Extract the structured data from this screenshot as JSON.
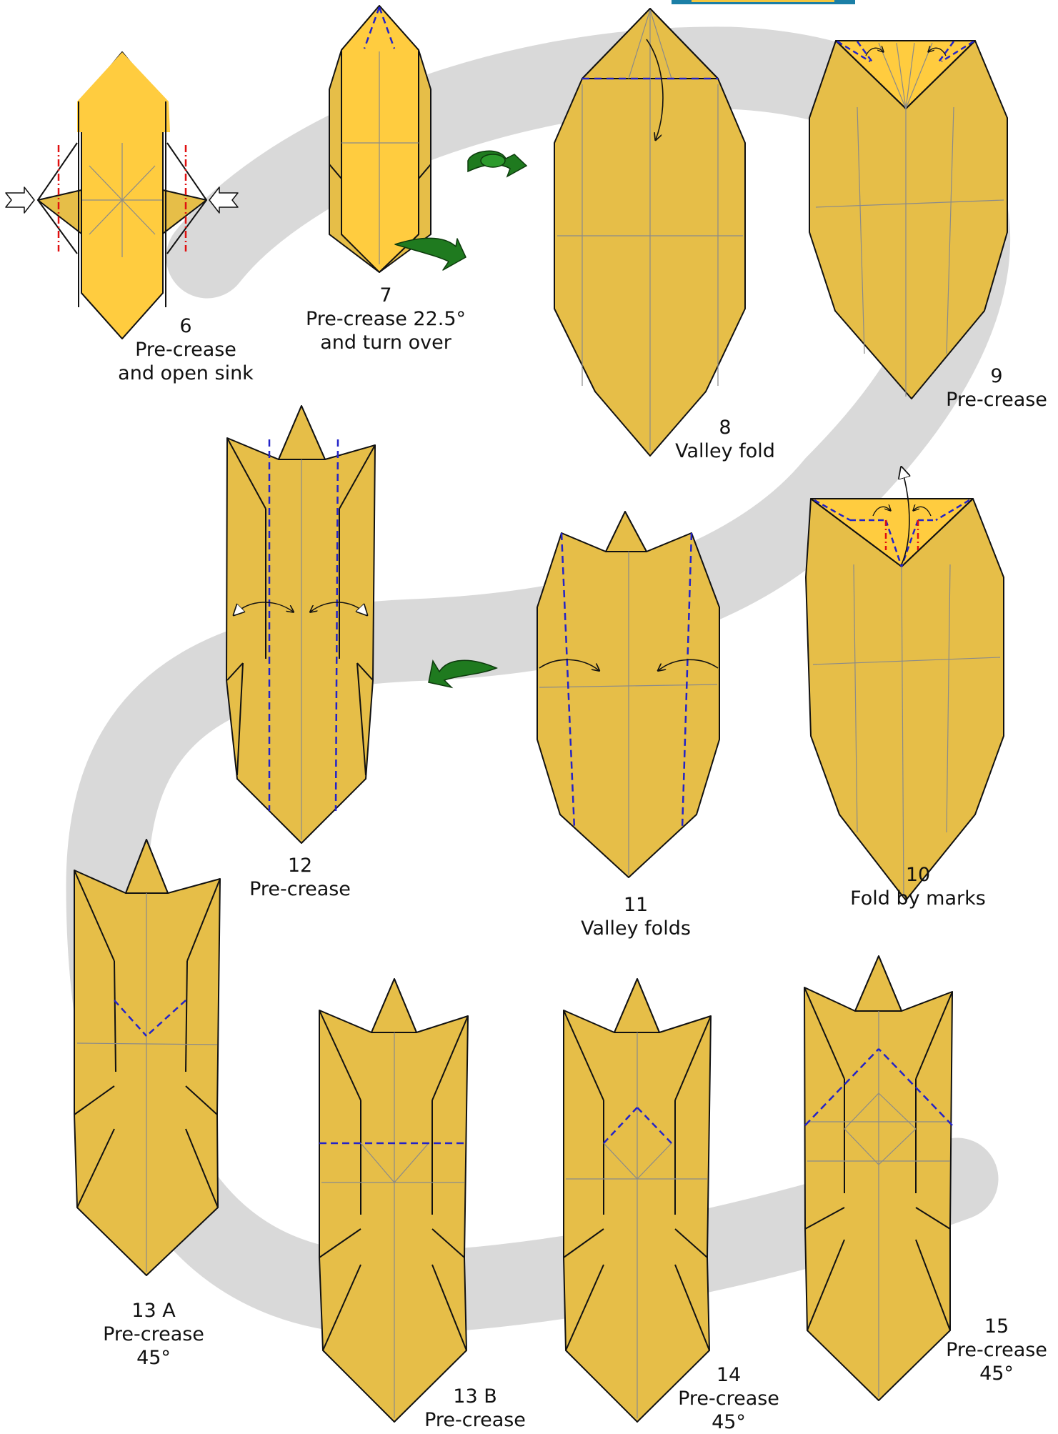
{
  "colors": {
    "paper_light": "#ffcc3f",
    "paper": "#e6be48",
    "band": "#d9d9d9",
    "valley": "#2323c8",
    "mountain": "#e01010",
    "crease": "#8a8a8a",
    "turn_arrow": "#1f7a1f",
    "logo": "#1b7fa6"
  },
  "steps": [
    {
      "id": "6",
      "number": "6",
      "lines": [
        "Pre-crease",
        "and open sink"
      ]
    },
    {
      "id": "7",
      "number": "7",
      "lines": [
        "Pre-crease 22.5°",
        "and turn over"
      ]
    },
    {
      "id": "8",
      "number": "8",
      "lines": [
        "Valley fold"
      ]
    },
    {
      "id": "9",
      "number": "9",
      "lines": [
        "Pre-crease"
      ]
    },
    {
      "id": "10",
      "number": "10",
      "lines": [
        "Fold by marks"
      ]
    },
    {
      "id": "11",
      "number": "11",
      "lines": [
        "Valley folds"
      ]
    },
    {
      "id": "12",
      "number": "12",
      "lines": [
        "Pre-crease"
      ]
    },
    {
      "id": "13A",
      "number": "13 A",
      "lines": [
        "Pre-crease",
        "45°"
      ]
    },
    {
      "id": "13B",
      "number": "13 B",
      "lines": [
        "Pre-crease"
      ]
    },
    {
      "id": "14",
      "number": "14",
      "lines": [
        "Pre-crease",
        "45°"
      ]
    },
    {
      "id": "15",
      "number": "15",
      "lines": [
        "Pre-crease",
        "45°"
      ]
    }
  ]
}
